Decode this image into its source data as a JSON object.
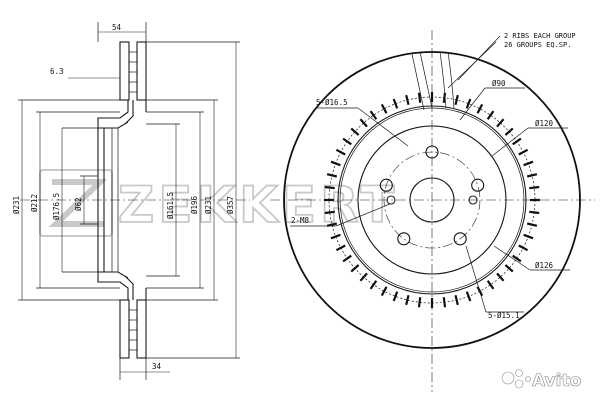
{
  "watermark": {
    "brand": "ZEKKERT"
  },
  "marketplace_watermark": "Avito",
  "side_view": {
    "dims": {
      "top_width": "54",
      "offset": "6.3",
      "d231_outer": "Ø231",
      "d212": "Ø212",
      "d176": "Ø176.5",
      "d62": "Ø62",
      "d161": "Ø161.5",
      "d196": "Ø196",
      "d231_inner": "Ø231",
      "d357": "Ø357",
      "bottom_width": "34"
    }
  },
  "front_view": {
    "callouts": {
      "ribs_line1": "2 RIBS EACH GROUP",
      "ribs_line2": "26 GROUPS EQ.SP.",
      "d90": "Ø90",
      "d120": "Ø120",
      "holes_top": "5-Ø16.5",
      "threads": "2-M8",
      "d126": "Ø126",
      "holes_bottom": "5-Ø15.1"
    }
  }
}
